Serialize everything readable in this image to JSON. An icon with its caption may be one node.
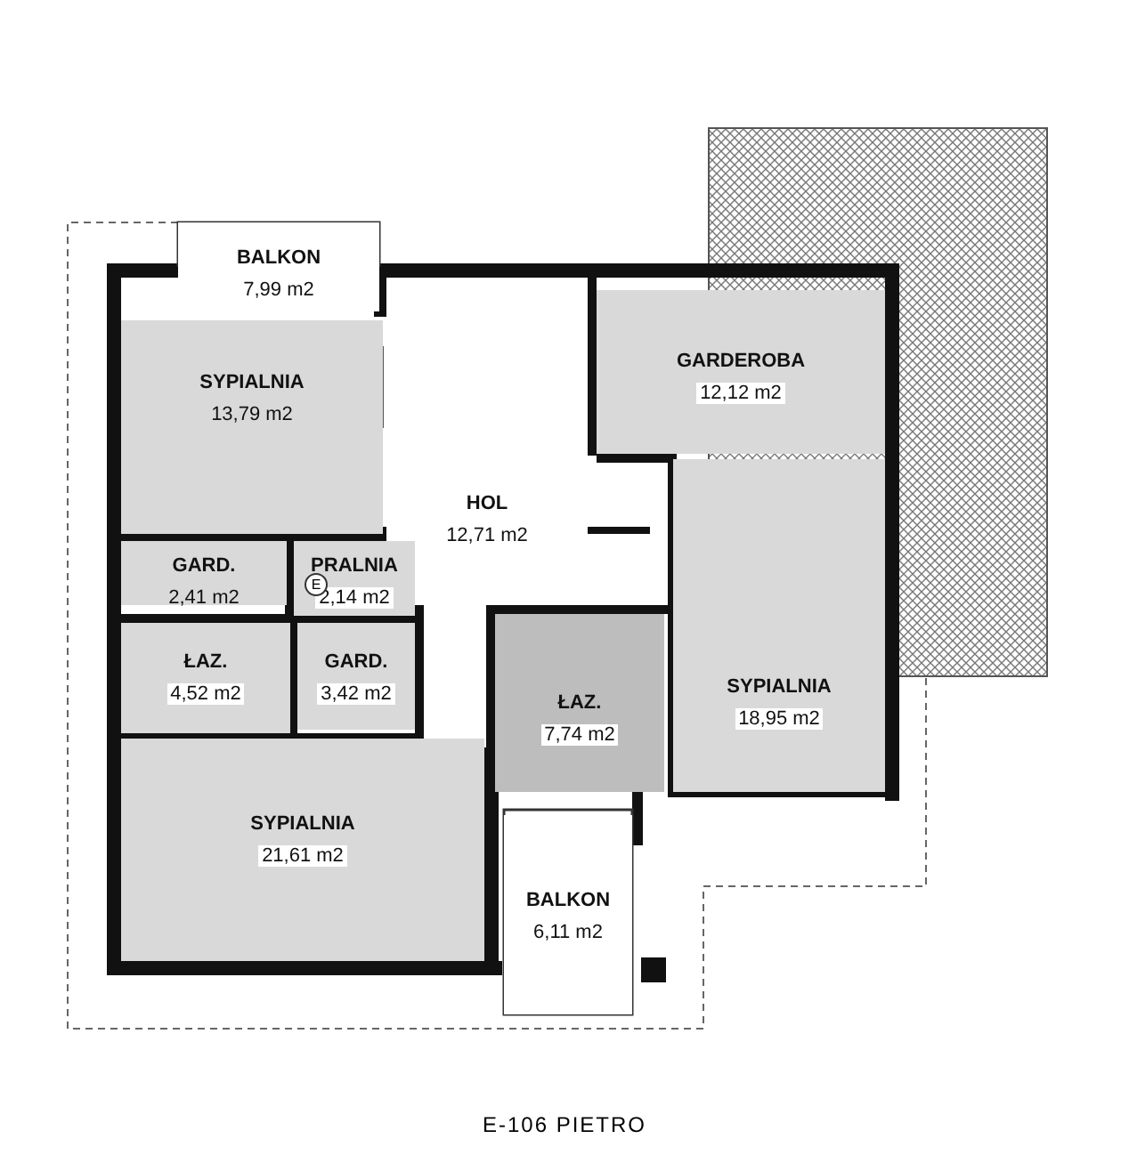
{
  "diagram": {
    "caption": "E-106 PIETRO",
    "nodes": [
      {
        "text": [
          "BALKON",
          "7,99 m2"
        ]
      },
      {
        "text": [
          "SYPIALNIA",
          "13,79 m2"
        ]
      },
      {
        "text": [
          "GARDEROBA",
          "12,12 m2"
        ]
      },
      {
        "text": [
          "HOL",
          "12,71 m2"
        ]
      },
      {
        "text": [
          "GARD.",
          "2,41 m2"
        ]
      },
      {
        "text": [
          "PRALNIA",
          "2,14 m2"
        ]
      },
      {
        "text": [
          "ŁAZ.",
          "4,52 m2"
        ]
      },
      {
        "text": [
          "GARD.",
          "3,42 m2"
        ]
      },
      {
        "text": [
          "ŁAZ.",
          "7,74 m2"
        ]
      },
      {
        "text": [
          "SYPIALNIA",
          "18,95 m2"
        ]
      },
      {
        "text": [
          "SYPIALNIA",
          "21,61 m2"
        ]
      },
      {
        "text": [
          "BALKON",
          "6,11 m2"
        ]
      }
    ],
    "labels": [
      "E"
    ]
  }
}
